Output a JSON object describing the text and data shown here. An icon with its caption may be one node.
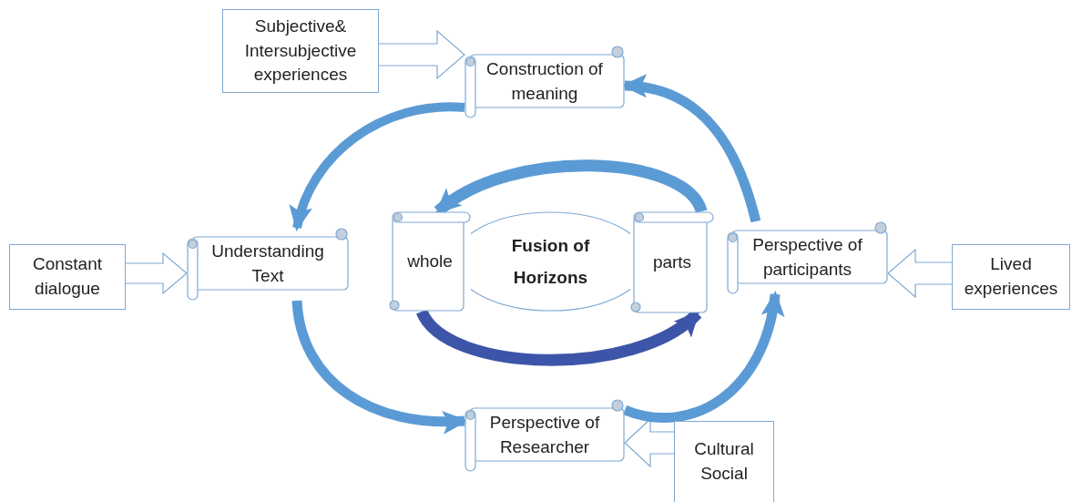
{
  "diagram": {
    "nodes": [
      {
        "text": [
          "Subjective& Intersubjective experiences"
        ]
      },
      {
        "text": [
          "Construction of meaning"
        ]
      },
      {
        "text": [
          "Constant dialogue"
        ]
      },
      {
        "text": [
          "Understanding Text"
        ]
      },
      {
        "text": [
          "whole"
        ]
      },
      {
        "text": [
          "Fusion of Horizons"
        ]
      },
      {
        "text": [
          "parts"
        ]
      },
      {
        "text": [
          "Perspective of participants"
        ]
      },
      {
        "text": [
          "Lived experiences"
        ]
      },
      {
        "text": [
          "Perspective of Researcher"
        ]
      },
      {
        "text": [
          "Cultural Social"
        ]
      }
    ],
    "edges": [
      {
        "from": 0,
        "to": 1,
        "arrow": "to"
      },
      {
        "from": 2,
        "to": 3,
        "arrow": "to"
      },
      {
        "from": 8,
        "to": 7,
        "arrow": "to"
      },
      {
        "from": 10,
        "to": 9,
        "arrow": "to"
      },
      {
        "from": 1,
        "to": 3,
        "arrow": "to"
      },
      {
        "from": 3,
        "to": 9,
        "arrow": "to"
      },
      {
        "from": 9,
        "to": 7,
        "arrow": "to"
      },
      {
        "from": 7,
        "to": 1,
        "arrow": "to"
      },
      {
        "from": 6,
        "to": 4,
        "arrow": "to"
      },
      {
        "from": 4,
        "to": 6,
        "arrow": "to",
        "color": "#3d55a8"
      }
    ]
  }
}
